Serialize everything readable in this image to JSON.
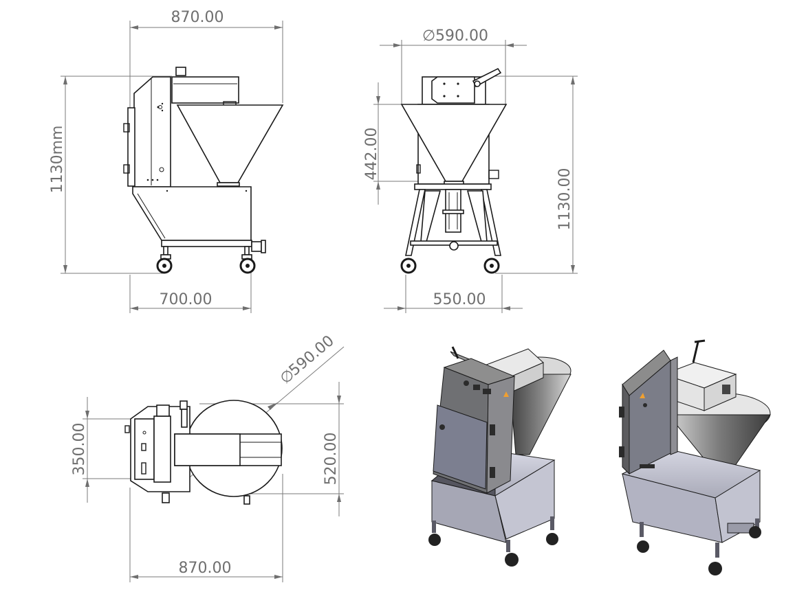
{
  "dimensions": {
    "side_width_top": "870.00",
    "side_height": "1130mm",
    "side_width_bottom": "700.00",
    "front_diameter": "590.00",
    "front_cone_height": "442.00",
    "front_height": "1130.00",
    "front_width": "550.00",
    "top_diameter": "590.00",
    "top_width": "350.00",
    "top_depth": "520.00",
    "top_length": "870.00"
  },
  "symbols": {
    "diameter": "∅"
  },
  "colors": {
    "line": "#1a1a1a",
    "dimension": "#7a7a7a",
    "body_dark": "#6e6e6e",
    "body_mid": "#9a9a9a",
    "frame_light": "#c9c9d6",
    "hopper": "#5a5a5a"
  }
}
